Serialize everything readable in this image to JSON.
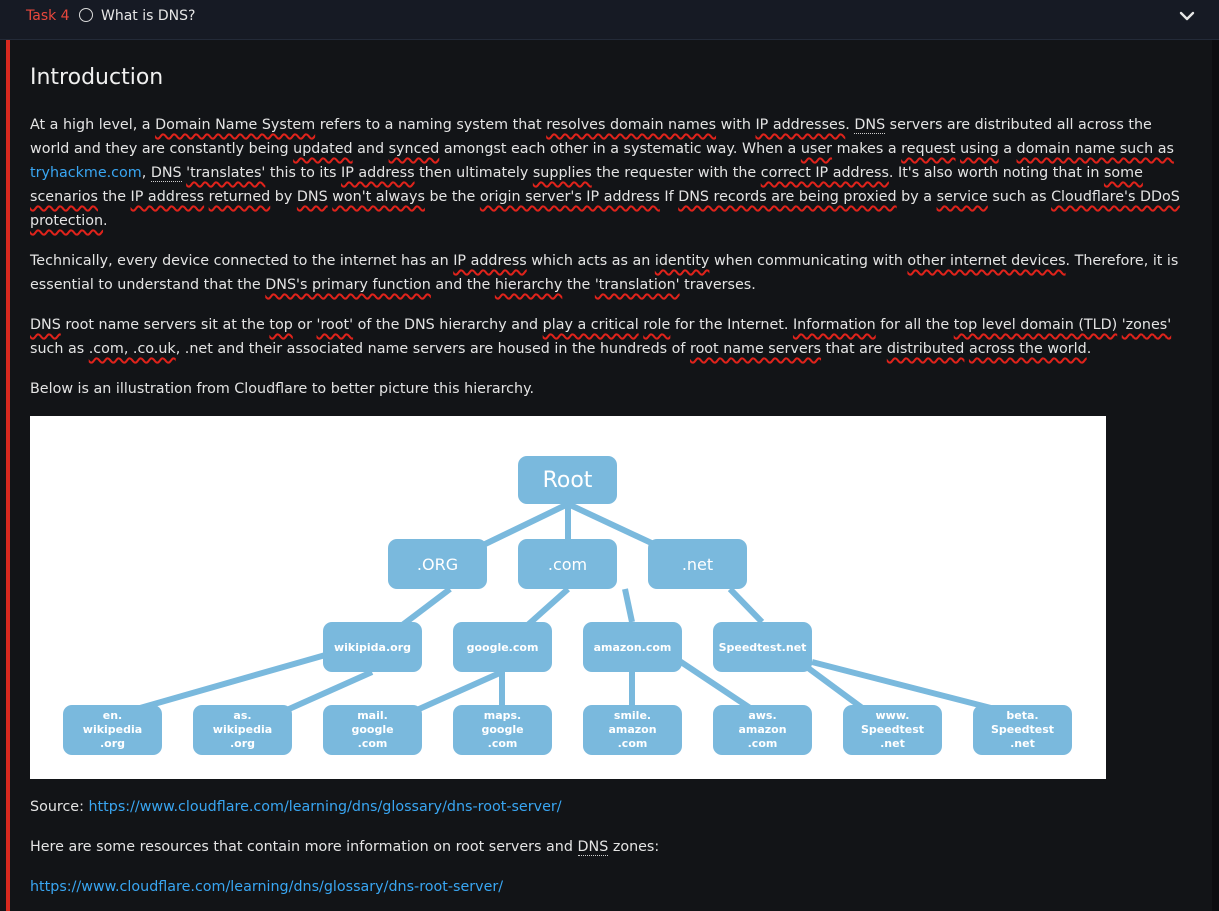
{
  "header": {
    "task_label": "Task 4",
    "title": "What is DNS?"
  },
  "intro": {
    "heading": "Introduction"
  },
  "p1": {
    "s1": "At a high level, a ",
    "s2": "Domain Name System",
    "s3": " refers to a naming system that ",
    "s4": "resolves domain names",
    "s5": " with ",
    "s6": "IP addresses",
    "s7": ". ",
    "s8": "DNS",
    "s9": " servers are distributed all across the world and they are constantly being ",
    "s10": "updated",
    "s11": " and ",
    "s12": "synced",
    "s13": " amongst each other in a systematic way. When a ",
    "s14": "user",
    "s15": " makes a ",
    "s16": "request",
    "s17": " ",
    "s18": "using",
    "s19": " a ",
    "s20": "domain name such as",
    "s21": " ",
    "s22": "tryhackme.com",
    "s23": ", ",
    "s24": "DNS",
    "s25": " ",
    "s26": "'translates'",
    "s27": " this to its ",
    "s28": "IP address",
    "s29": " then ultimately ",
    "s30": "supplies",
    "s31": " the requester with the ",
    "s32": "correct IP address",
    "s33": ". It's also worth noting that in ",
    "s34": "some scenarios",
    "s35": " the ",
    "s36": "IP address",
    "s37": " ",
    "s38": "returned",
    "s39": " by ",
    "s40": "DNS",
    "s41": " ",
    "s42": "won't always",
    "s43": " be the ",
    "s44": "origin server's IP address",
    "s45": " If ",
    "s46": "DNS records are being proxied",
    "s47": " by a ",
    "s48": "service",
    "s49": " such as ",
    "s50": "Cloudflare's DDoS protection",
    "s51": "."
  },
  "p2": {
    "s1": "Technically, every device connected to the internet has an ",
    "s2": "IP address",
    "s3": " which acts as an ",
    "s4": "identity",
    "s5": " when communicating with ",
    "s6": "other internet devices",
    "s7": ". Therefore, it is essential to understand that the ",
    "s8": "DNS's primary function",
    "s9": " and the ",
    "s10": "hierarchy",
    "s11": " the ",
    "s12": "'translation'",
    "s13": " traverses."
  },
  "p3": {
    "s1": "DNS",
    "s2": " root name servers sit at the ",
    "s3": "top",
    "s4": " or ",
    "s5": "'root'",
    "s6": " of the DNS hierarchy and ",
    "s7": "play a critical",
    "s8": " ",
    "s9": "role",
    "s10": " for the Internet. ",
    "s11": "Information",
    "s12": " for all the ",
    "s13": "top level domain (TLD)",
    "s14": " ",
    "s15": "'zones'",
    "s16": " such as ",
    "s17": ".com, .co.uk",
    "s18": ", .net and their associated name servers are housed in the hundreds of ",
    "s19": "root name servers",
    "s20": " that are ",
    "s21": "distributed",
    "s22": " ",
    "s23": "across the world",
    "s24": "."
  },
  "p4": {
    "text": "Below is an illustration from Cloudflare to better picture this hierarchy."
  },
  "diagram": {
    "root": "Root",
    "tlds": [
      ".ORG",
      ".com",
      ".net"
    ],
    "domains": [
      "wikipida.org",
      "google.com",
      "amazon.com",
      "Speedtest.net"
    ],
    "subdomains": [
      "en.\nwikipedia\n.org",
      "as.\nwikipedia\n.org",
      "mail.\ngoogle\n.com",
      "maps.\ngoogle\n.com",
      "smile.\namazon\n.com",
      "aws.\namazon\n.com",
      "www.\nSpeedtest\n.net",
      "beta.\nSpeedtest\n.net"
    ],
    "node_color": "#7ab9dd"
  },
  "source": {
    "label": "Source: ",
    "url": "https://www.cloudflare.com/learning/dns/glossary/dns-root-server/"
  },
  "resources": {
    "s1": "Here are some resources that contain more information on root servers and ",
    "s2": "DNS",
    "s3": " zones:",
    "link1": "https://www.cloudflare.com/learning/dns/glossary/dns-root-server/"
  },
  "colors": {
    "accent": "#d8291f",
    "link": "#39a6f2",
    "spell_underline": "#e0231b",
    "background": "#121417"
  }
}
